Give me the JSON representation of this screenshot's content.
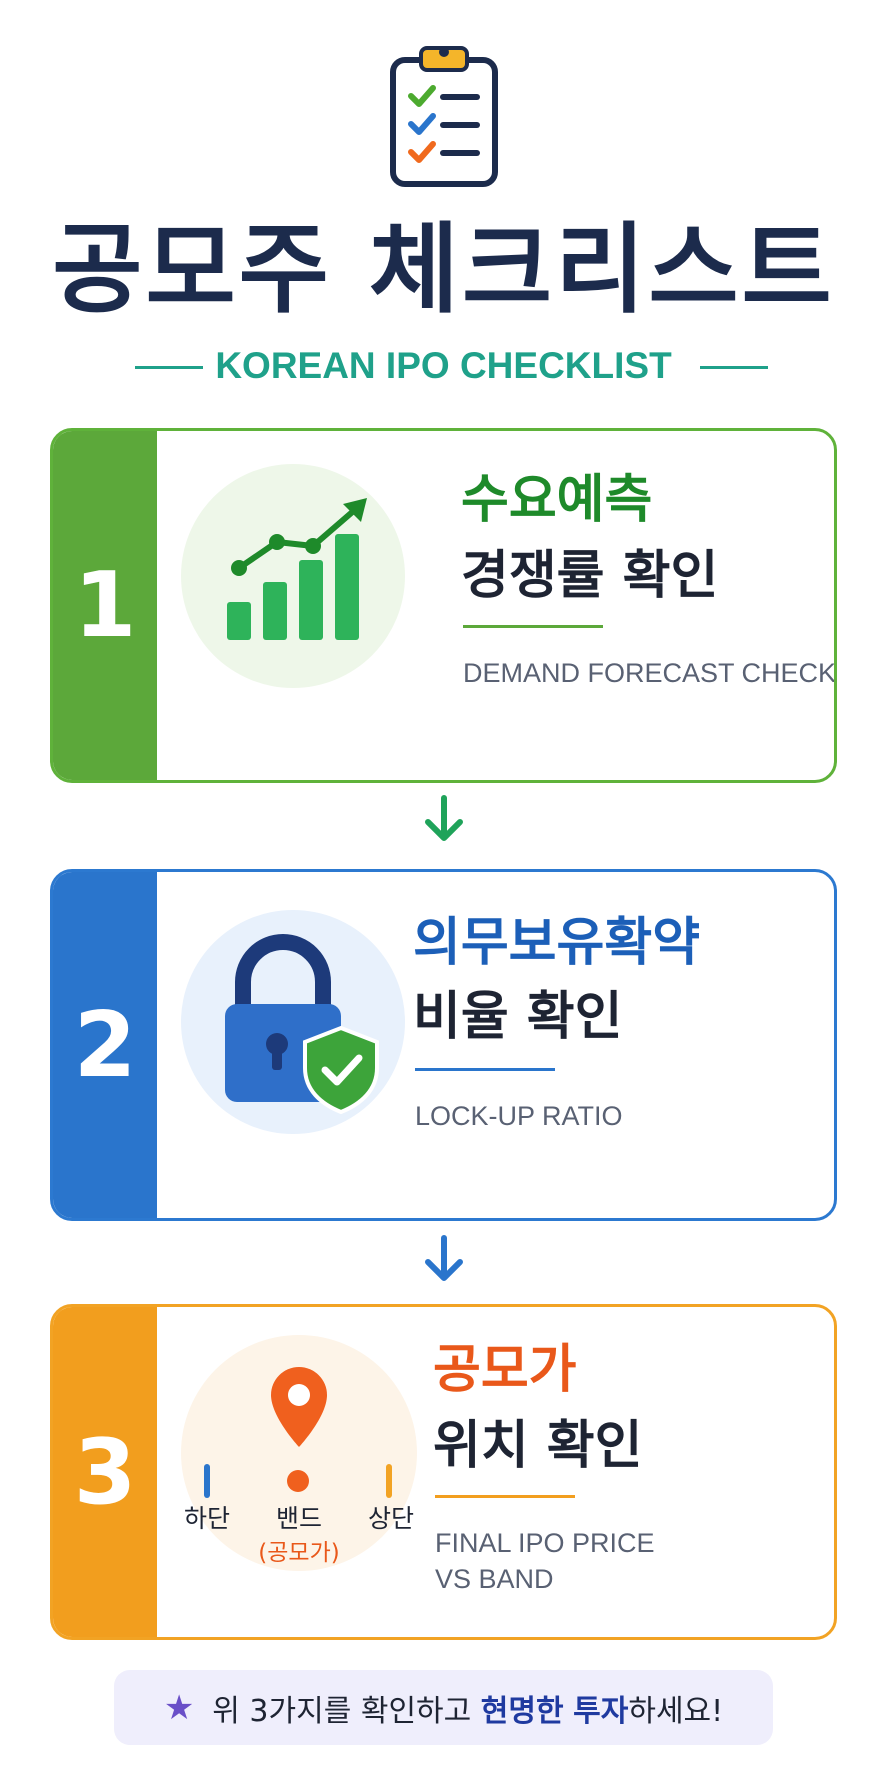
{
  "header": {
    "title": "공모주 체크리스트",
    "subtitle": "KOREAN IPO CHECKLIST"
  },
  "colors": {
    "navy": "#1c2b4c",
    "teal": "#1fa18a",
    "green": "#5ca83a",
    "blue": "#2a75cc",
    "orange": "#f29e1e",
    "footer_bg": "#efeefc",
    "footer_highlight": "#1f3aa0"
  },
  "steps": [
    {
      "number": "1",
      "title": "수요예측",
      "subtitle": "경쟁률 확인",
      "english": "DEMAND FORECAST CHECK",
      "icon": "rising-bar-chart-icon",
      "accent": "#1e8a2a"
    },
    {
      "number": "2",
      "title": "의무보유확약",
      "subtitle": "비율 확인",
      "english": "LOCK-UP RATIO",
      "icon": "padlock-shield-icon",
      "accent": "#1c5fb8"
    },
    {
      "number": "3",
      "title": "공모가",
      "subtitle": "위치 확인",
      "english_line1": "FINAL IPO PRICE",
      "english_line2": "VS BAND",
      "icon": "price-band-pin-icon",
      "accent": "#e9581a",
      "band": {
        "low_label": "하단",
        "mid_label": "밴드",
        "high_label": "상단",
        "marker_label": "(공모가)",
        "position": 0.5
      }
    }
  ],
  "footer": {
    "icon": "star-icon",
    "text_before": "위 3가지를 확인하고 ",
    "highlight1": "현명한",
    "space": " ",
    "highlight2": "투자",
    "text_after": "하세요!"
  }
}
